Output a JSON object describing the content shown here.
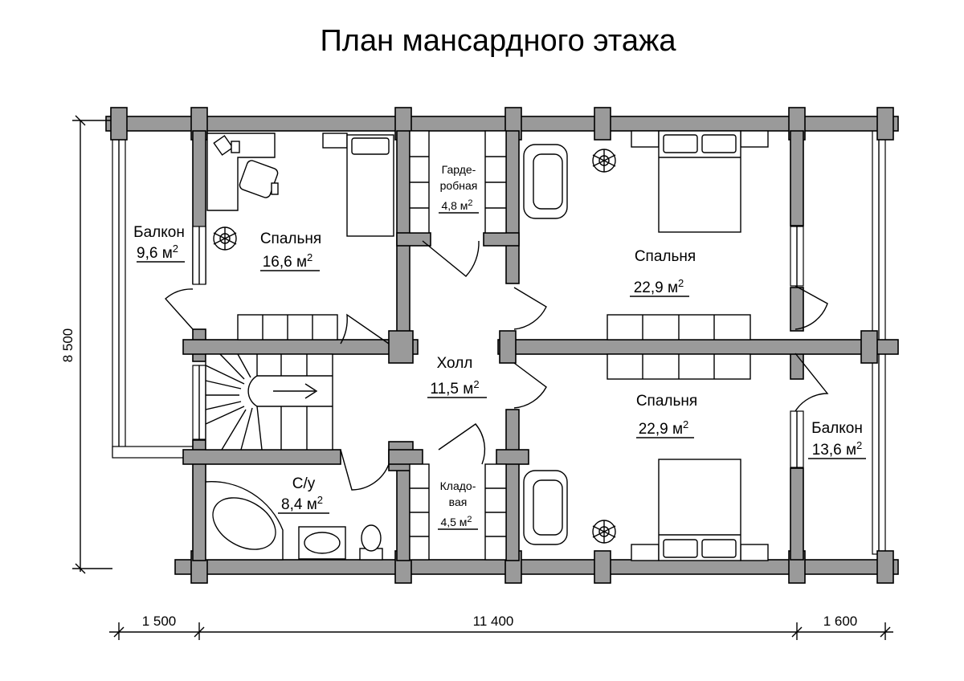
{
  "title": "План мансардного этажа",
  "rooms": {
    "balcony_left": {
      "name": "Балкон",
      "area": "9,6 м",
      "sup": "2"
    },
    "bedroom_left": {
      "name": "Спальня",
      "area": "16,6 м",
      "sup": "2"
    },
    "wardrobe": {
      "name1": "Гарде-",
      "name2": "робная",
      "area": "4,8 м",
      "sup": "2"
    },
    "bedroom_top_right": {
      "name": "Спальня",
      "area": "22,9 м",
      "sup": "2"
    },
    "hall": {
      "name": "Холл",
      "area": "11,5 м",
      "sup": "2"
    },
    "bedroom_bottom_right": {
      "name": "Спальня",
      "area": "22,9 м",
      "sup": "2"
    },
    "balcony_right": {
      "name": "Балкон",
      "area": "13,6 м",
      "sup": "2"
    },
    "bathroom": {
      "name": "С/у",
      "area": "8,4 м",
      "sup": "2"
    },
    "storage": {
      "name1": "Кладо-",
      "name2": "вая",
      "area": "4,5 м",
      "sup": "2"
    }
  },
  "dimensions": {
    "height": "8 500",
    "left": "1 500",
    "middle": "11 400",
    "right": "1 600"
  }
}
